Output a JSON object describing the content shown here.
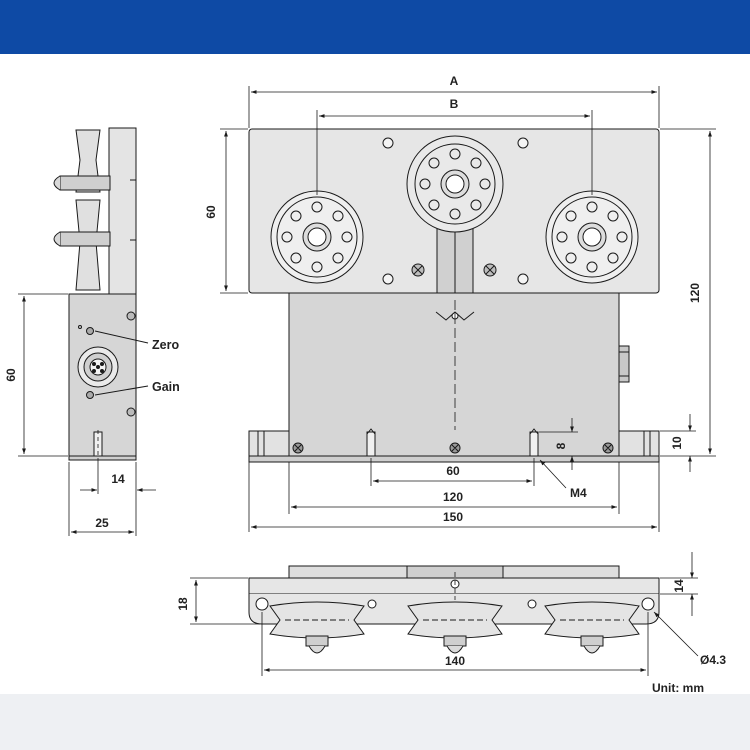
{
  "colors": {
    "header_bar": "#0e4aa5",
    "footer_band": "#eef0f3",
    "body_fill": "#dcdcdc",
    "line": "#1a1a1a"
  },
  "dimensions": {
    "front": {
      "A": "A",
      "B": "B",
      "height_plate": "60",
      "height_total": "120",
      "foot_height": "10",
      "slot_height": "8",
      "slot_spacing": "60",
      "body_width": "120",
      "base_width": "150",
      "thread": "M4"
    },
    "side": {
      "height": "60",
      "offset": "14",
      "width": "25",
      "zero_label": "Zero",
      "gain_label": "Gain"
    },
    "bottom": {
      "height_left": "18",
      "height_right": "14",
      "hole_spacing": "140",
      "hole_diameter": "Ø4.3"
    }
  },
  "unit_label": "Unit: mm"
}
